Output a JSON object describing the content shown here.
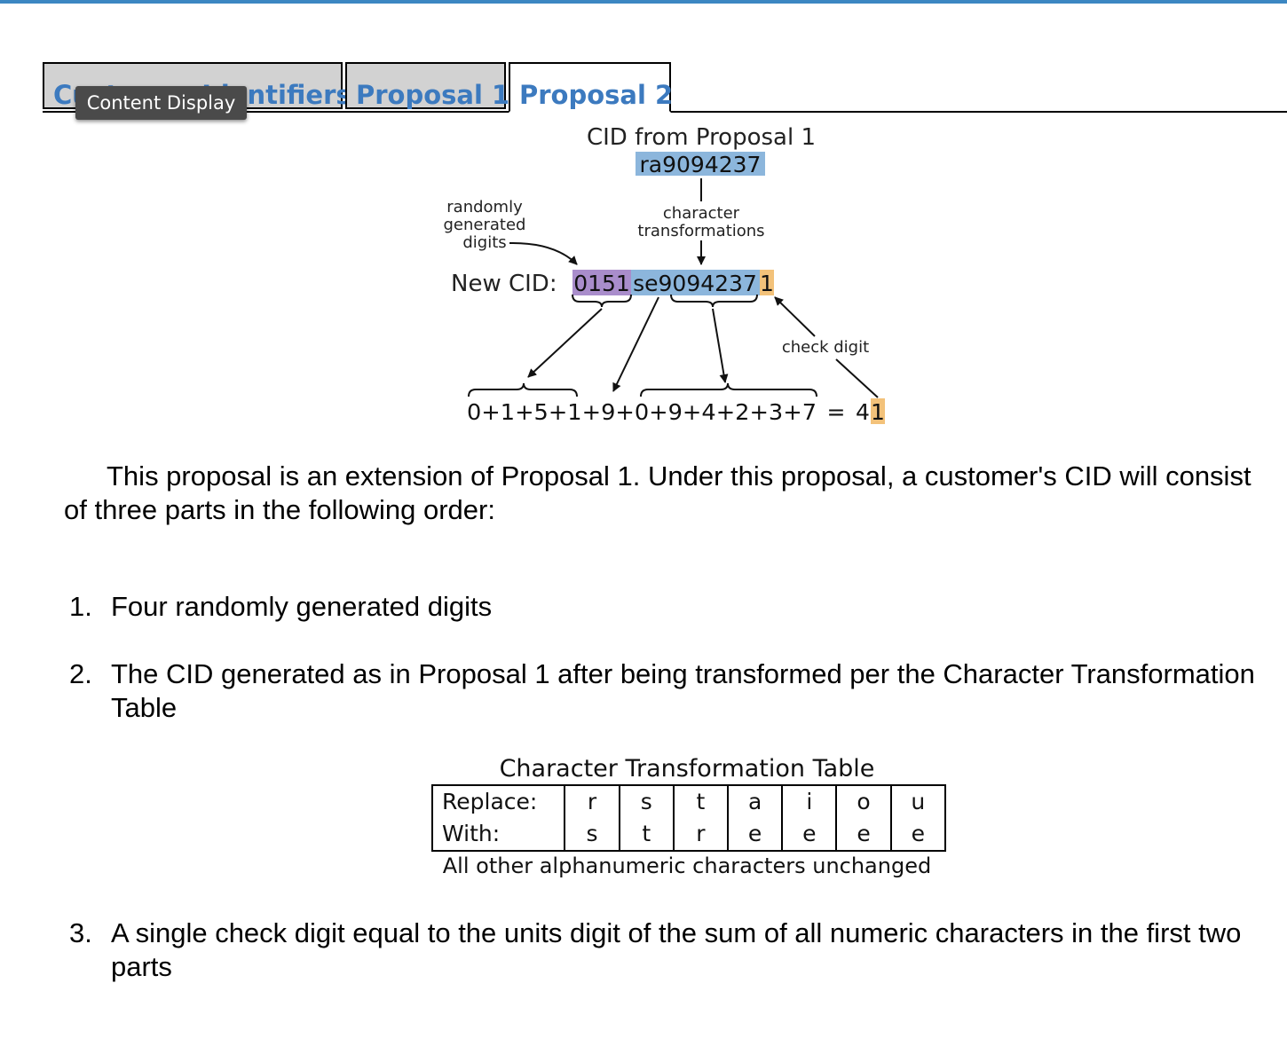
{
  "tabs": [
    {
      "label": "Customer Identifiers",
      "active": false
    },
    {
      "label": "Proposal 1",
      "active": false
    },
    {
      "label": "Proposal 2",
      "active": true
    }
  ],
  "tooltip": "Content Display",
  "diagram": {
    "heading": "CID from Proposal 1",
    "old_cid": "ra9094237",
    "label_random": [
      "randomly",
      "generated",
      "digits"
    ],
    "label_transform": [
      "character",
      "transformations"
    ],
    "new_cid_label": "New CID:",
    "new_cid_random": "0151",
    "new_cid_transformed": "se9094237",
    "new_cid_check": "1",
    "label_check": "check digit",
    "sum_expression": "0+1+5+1+9+0+9+4+2+3+7",
    "sum_equals": "=",
    "sum_tens": "4",
    "sum_units": "1",
    "colors": {
      "random": "#a98dcb",
      "transformed": "#8cb6dc",
      "check": "#f3c27a"
    }
  },
  "paragraph": "This proposal is an extension of Proposal 1. Under this proposal, a customer's CID will consist of three parts in the following order:",
  "list": [
    {
      "num": "1.",
      "text": "Four randomly generated digits"
    },
    {
      "num": "2.",
      "text": "The CID generated as in Proposal 1 after being transformed per the Character Transformation Table"
    },
    {
      "num": "3.",
      "text": "A single check digit equal to the units digit of the sum of all numeric characters in the first two parts"
    }
  ],
  "table": {
    "title": "Character Transformation Table",
    "replace_label": "Replace:",
    "with_label": "With:",
    "replace": [
      "r",
      "s",
      "t",
      "a",
      "i",
      "o",
      "u"
    ],
    "with": [
      "s",
      "t",
      "r",
      "e",
      "e",
      "e",
      "e"
    ],
    "note": "All other alphanumeric characters unchanged"
  }
}
